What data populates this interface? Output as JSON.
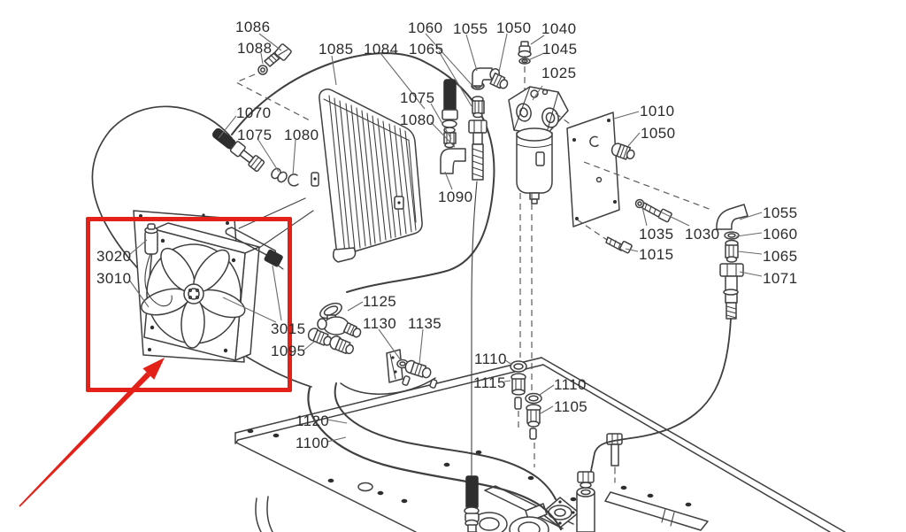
{
  "diagram_title": "Exploded parts diagram with fan assembly highlighted",
  "colors": {
    "background": "#ffffff",
    "line": "#3f3f3f",
    "label_text": "#2b2b2b",
    "highlight": "#e32119"
  },
  "part_labels": [
    {
      "ref": "1086",
      "text": "1086"
    },
    {
      "ref": "1088",
      "text": "1088"
    },
    {
      "ref": "1085",
      "text": "1085"
    },
    {
      "ref": "1084",
      "text": "1084"
    },
    {
      "ref": "1060-top",
      "text": "1060"
    },
    {
      "ref": "1055-top",
      "text": "1055"
    },
    {
      "ref": "1050-top",
      "text": "1050"
    },
    {
      "ref": "1040",
      "text": "1040"
    },
    {
      "ref": "1065-top",
      "text": "1065"
    },
    {
      "ref": "1045",
      "text": "1045"
    },
    {
      "ref": "1025",
      "text": "1025"
    },
    {
      "ref": "1010",
      "text": "1010"
    },
    {
      "ref": "1050-right",
      "text": "1050"
    },
    {
      "ref": "1070",
      "text": "1070"
    },
    {
      "ref": "1075-left",
      "text": "1075"
    },
    {
      "ref": "1080-left",
      "text": "1080"
    },
    {
      "ref": "1075-mid",
      "text": "1075"
    },
    {
      "ref": "1080-mid",
      "text": "1080"
    },
    {
      "ref": "1090",
      "text": "1090"
    },
    {
      "ref": "1055-right",
      "text": "1055"
    },
    {
      "ref": "1060-right",
      "text": "1060"
    },
    {
      "ref": "1065-right",
      "text": "1065"
    },
    {
      "ref": "1071",
      "text": "1071"
    },
    {
      "ref": "1035",
      "text": "1035"
    },
    {
      "ref": "1030",
      "text": "1030"
    },
    {
      "ref": "1015",
      "text": "1015"
    },
    {
      "ref": "3020",
      "text": "3020"
    },
    {
      "ref": "3010",
      "text": "3010"
    },
    {
      "ref": "3015",
      "text": "3015"
    },
    {
      "ref": "1095",
      "text": "1095"
    },
    {
      "ref": "1125",
      "text": "1125"
    },
    {
      "ref": "1130",
      "text": "1130"
    },
    {
      "ref": "1135",
      "text": "1135"
    },
    {
      "ref": "1110-left",
      "text": "1110"
    },
    {
      "ref": "1115",
      "text": "1115"
    },
    {
      "ref": "1110-right",
      "text": "1110"
    },
    {
      "ref": "1105",
      "text": "1105"
    },
    {
      "ref": "1120",
      "text": "1120"
    },
    {
      "ref": "1100",
      "text": "1100"
    }
  ]
}
